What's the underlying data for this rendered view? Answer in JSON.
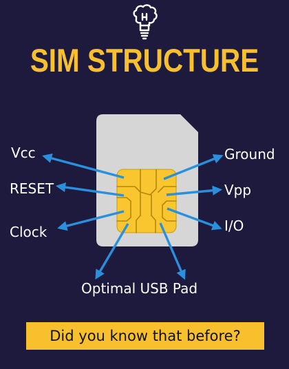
{
  "title": "SIM STRUCTURE",
  "labels": {
    "vcc": "Vcc",
    "reset": "RESET",
    "clock": "Clock",
    "ground": "Ground",
    "vpp": "Vpp",
    "io": "I/O",
    "usb": "Optimal USB Pad"
  },
  "banner": "Did you know that before?",
  "colors": {
    "background": "#1d1a3d",
    "title": "#f7c02c",
    "chip": "#f9c62f",
    "card": "#d6d6d6",
    "arrow": "#2a8fdc",
    "banner": "#f7c02c"
  },
  "icons": {
    "logo": "lightbulb-brain-icon"
  }
}
